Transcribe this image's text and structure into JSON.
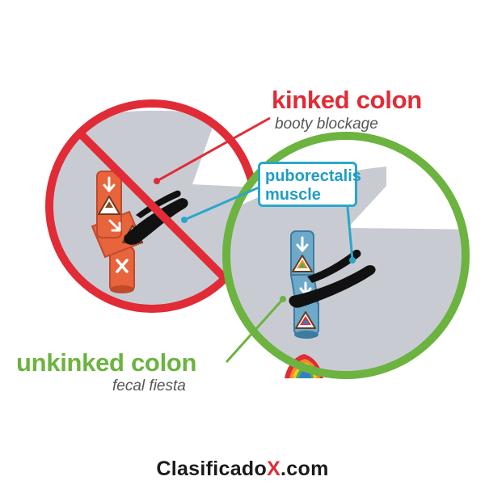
{
  "labels": {
    "kinked_title": "kinked colon",
    "kinked_subtitle": "booty blockage",
    "muscle_line1": "puborectalis",
    "muscle_line2": "muscle",
    "unkinked_title": "unkinked colon",
    "unkinked_subtitle": "fecal fiesta"
  },
  "footer": {
    "brand_before": "Clasificado",
    "brand_accent": "X",
    "brand_after": ".com"
  },
  "icons": [
    "no-sign-icon",
    "down-arrow-icon",
    "poop-emoji-icon",
    "rainbow-poop-emoji-icon",
    "x-mark-icon",
    "rainbow-splash-icon"
  ],
  "colors": {
    "kinked_red": "#e12b36",
    "unkinked_green": "#6cb33f",
    "muscle_blue": "#2aa6c9",
    "colon_orange": "#e8643c",
    "colon_teal": "#6fa9c9",
    "body_gray": "#c9cbd3",
    "muscle_black": "#111111"
  }
}
